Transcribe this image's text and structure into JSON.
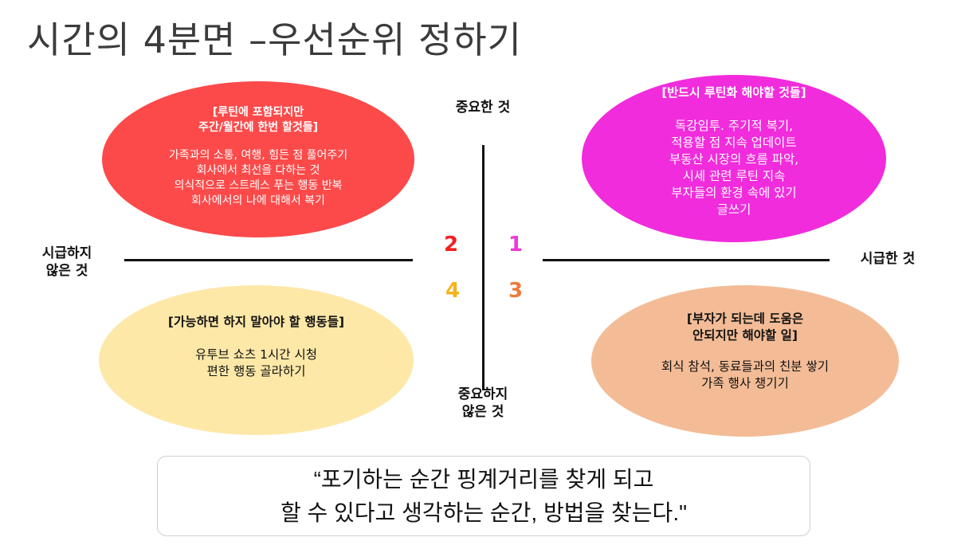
{
  "title": "시간의 4분면 –우선순위 정하기",
  "axes": {
    "top": "중요한 것",
    "bottom": "중요하지\n않은 것",
    "left": "시급하지\n않은 것",
    "right": "시급한 것"
  },
  "quadrant_numbers": {
    "q1": "1",
    "q2": "2",
    "q3": "3",
    "q4": "4"
  },
  "colors": {
    "q1": "#f12cdc",
    "q2": "#fc4a4a",
    "q3": "#f3bc96",
    "q4": "#fde8a8",
    "num1": "#ee3bd8",
    "num2": "#f21f1f",
    "num3": "#f07a3c",
    "num4": "#f5b31c"
  },
  "quadrants": {
    "q1": {
      "heading": "[반드시 루틴화 해야할 것들]",
      "body": "독강임투. 주기적 복기,\n적용할 점 지속 업데이트\n부동산 시장의 흐름 파악,\n시세 관련 루틴 지속\n부자들의 환경 속에 있기\n글쓰기"
    },
    "q2": {
      "heading": "[루틴에 포함되지만\n주간/월간에 한번 할것들]",
      "body": "가족과의 소통, 여행, 힘든 점 풀어주기\n회사에서 최선을 다하는 것\n의식적으로 스트레스 푸는 행동 반복\n회사에서의 나에 대해서 복기"
    },
    "q3": {
      "heading": "[부자가 되는데 도움은\n안되지만 해야할 일]",
      "body": "회식 참석, 동료들과의 친분 쌓기\n가족 행사 챙기기"
    },
    "q4": {
      "heading": "[가능하면 하지 말아야 할 행동들]",
      "body": "유투브 쇼츠 1시간 시청\n편한 행동 골라하기"
    }
  },
  "quote": {
    "line1": "“포기하는 순간 핑계거리를 찾게 되고",
    "line2": "할 수 있다고 생각하는 순간, 방법을 찾는다.\""
  }
}
